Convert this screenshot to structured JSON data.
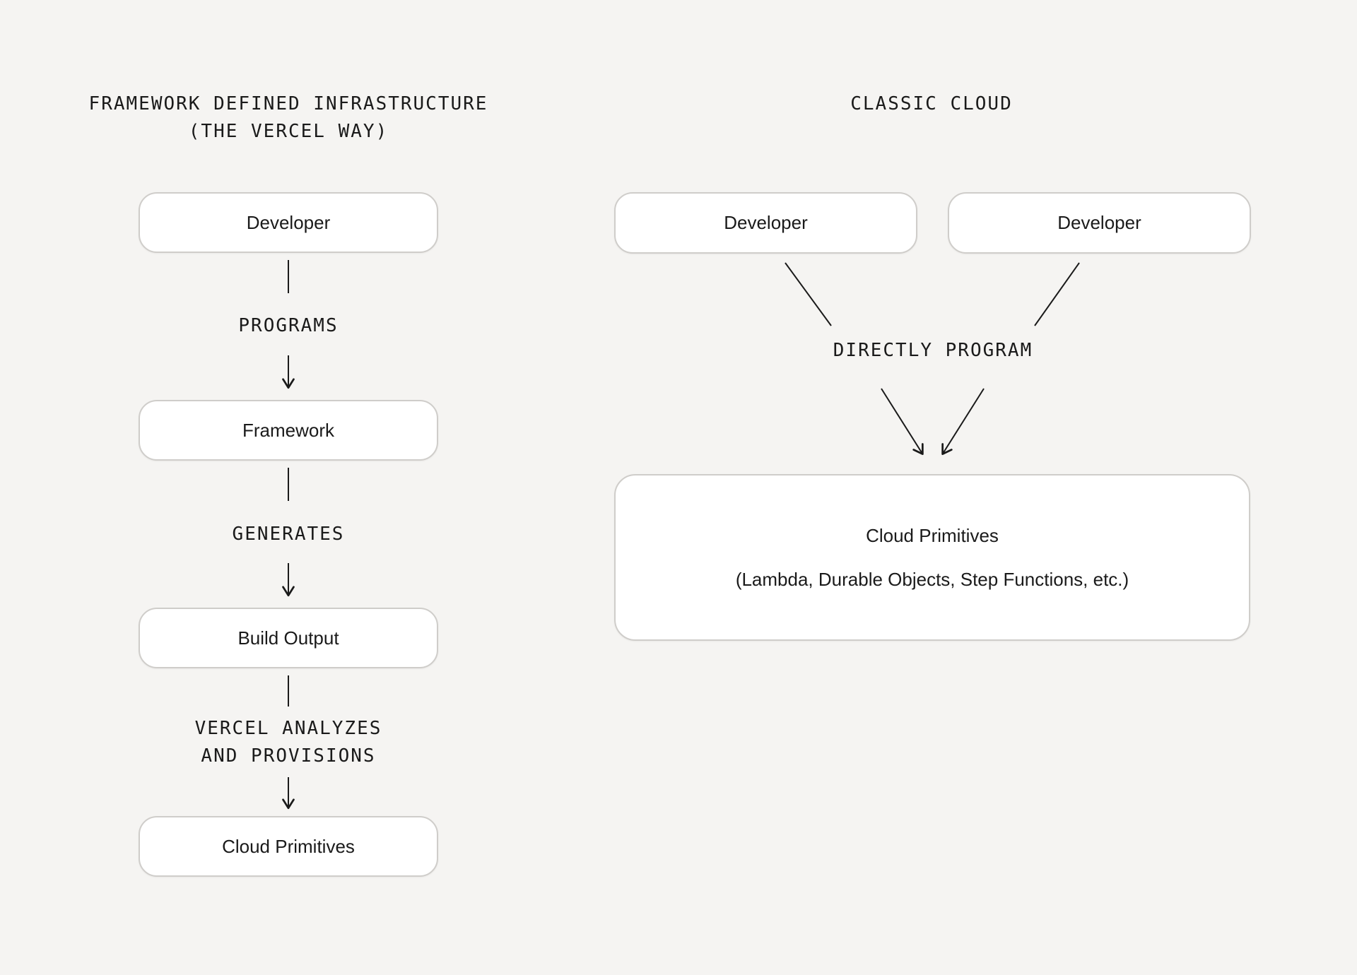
{
  "colors": {
    "background": "#f5f4f2",
    "node_background": "#ffffff",
    "node_border": "#cfcdca",
    "text": "#1a1a1a",
    "connector": "#1a1a1a"
  },
  "left_panel": {
    "title_line1": "FRAMEWORK DEFINED INFRASTRUCTURE",
    "title_line2": "(THE VERCEL WAY)",
    "nodes": [
      {
        "label": "Developer"
      },
      {
        "label": "Framework"
      },
      {
        "label": "Build Output"
      },
      {
        "label": "Cloud Primitives"
      }
    ],
    "edges": [
      {
        "label": "PROGRAMS"
      },
      {
        "label": "GENERATES"
      },
      {
        "label_line1": "VERCEL ANALYZES",
        "label_line2": "AND PROVISIONS"
      }
    ]
  },
  "right_panel": {
    "title": "CLASSIC CLOUD",
    "nodes": [
      {
        "label": "Developer"
      },
      {
        "label": "Developer"
      }
    ],
    "edge_label": "DIRECTLY PROGRAM",
    "target": {
      "title": "Cloud Primitives",
      "subtitle": "(Lambda, Durable Objects, Step Functions, etc.)"
    }
  }
}
